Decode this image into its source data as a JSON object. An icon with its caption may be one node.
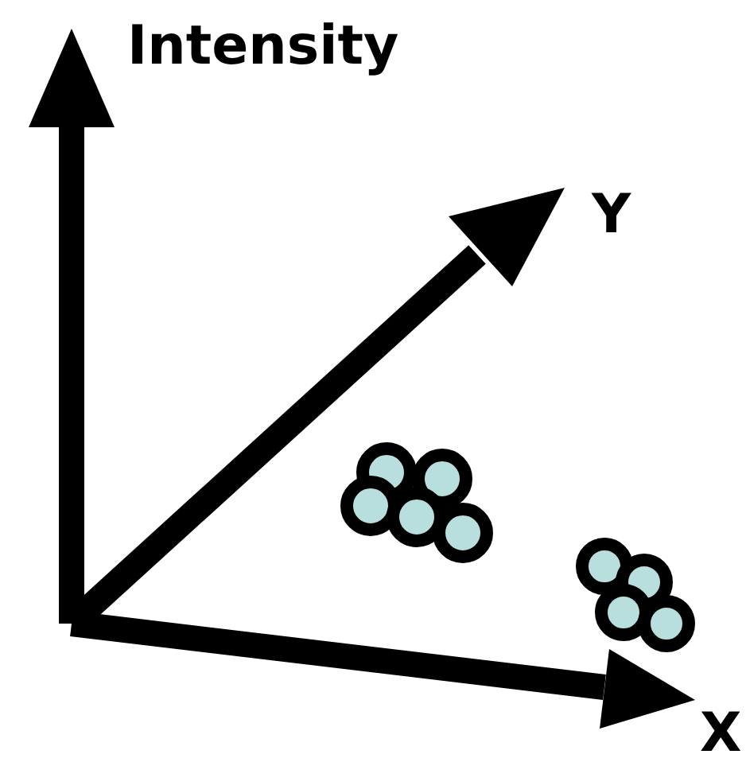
{
  "diagram": {
    "labels": [
      "Intensity",
      "Y",
      "X"
    ]
  }
}
